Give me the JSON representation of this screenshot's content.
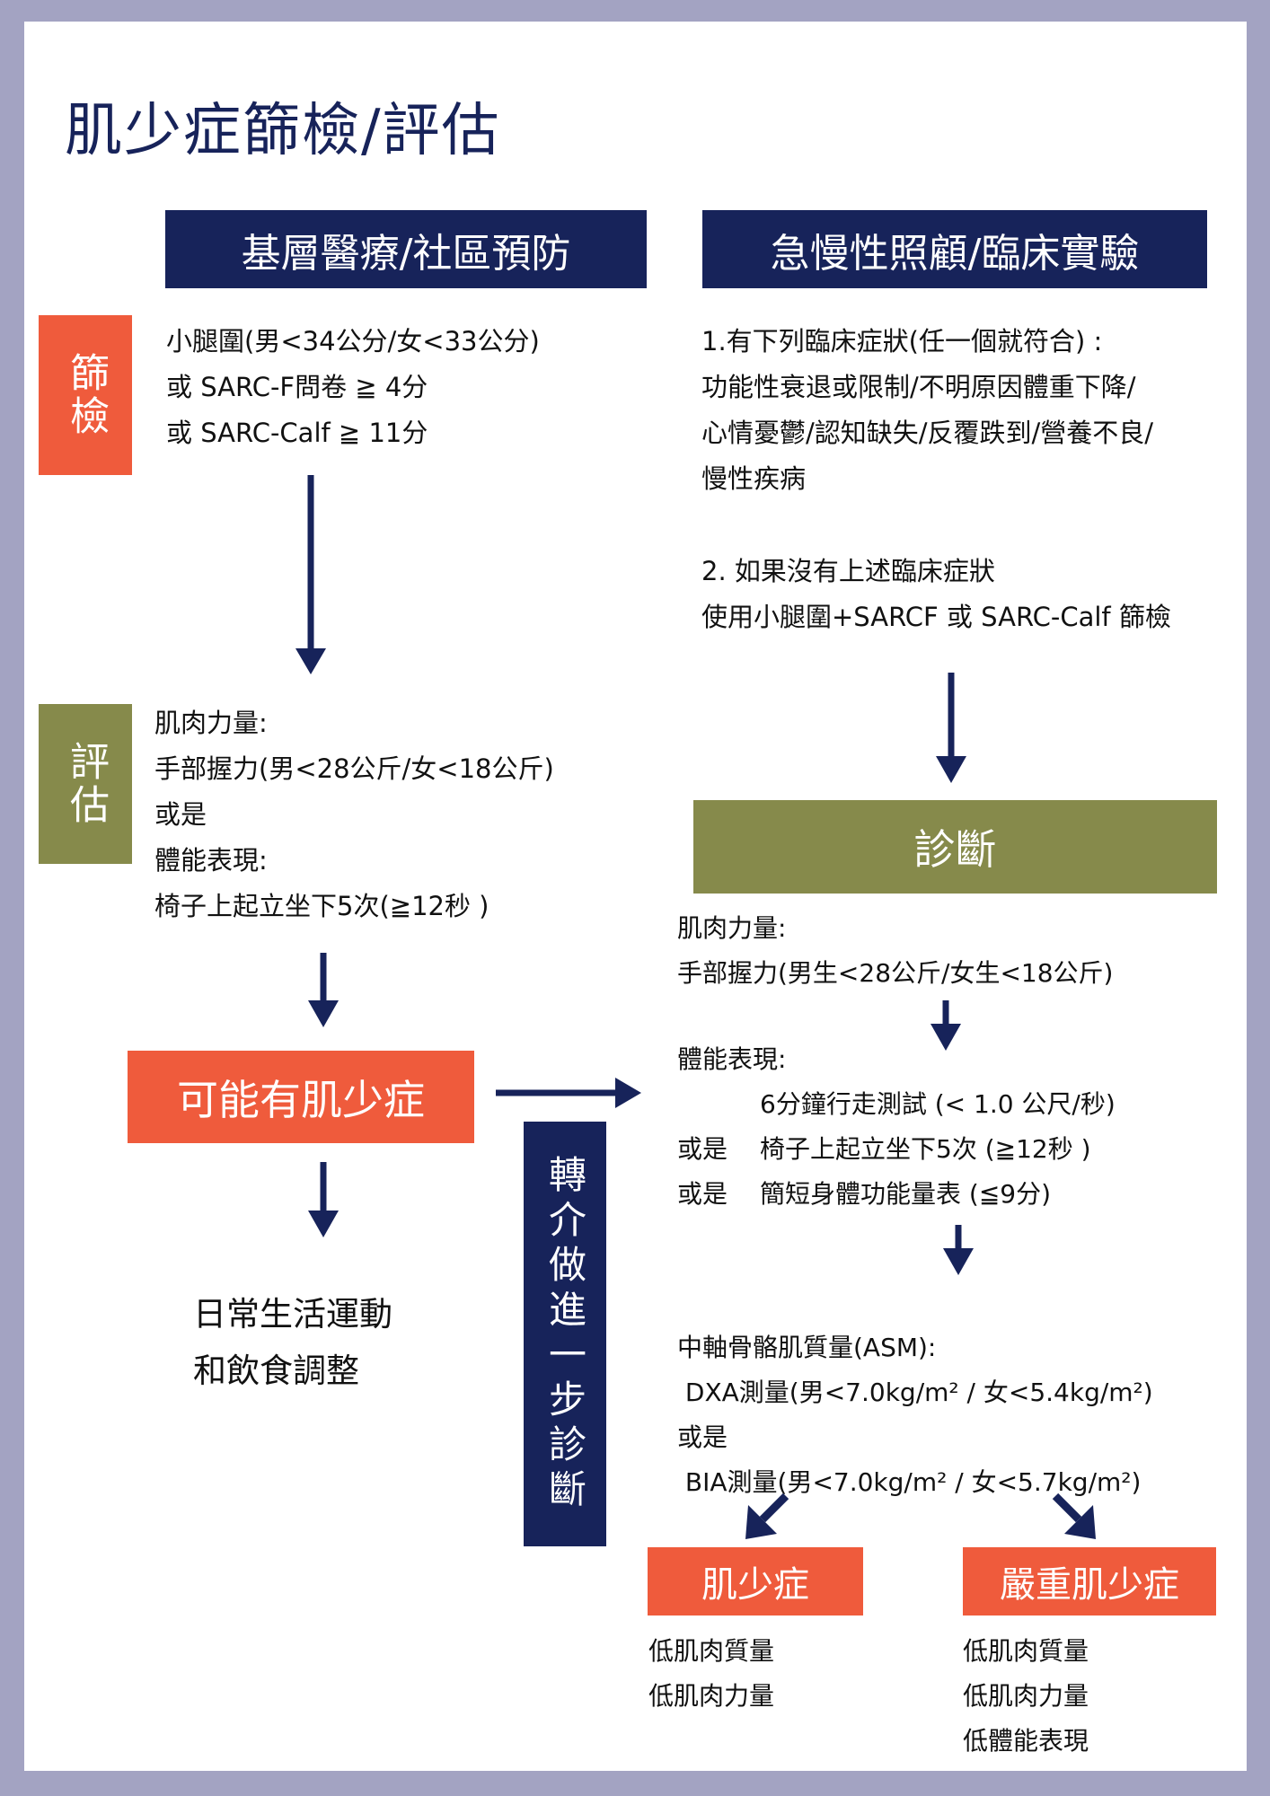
{
  "title": "肌少症篩檢/評估",
  "left_header": "基層醫療/社區預防",
  "right_header": "急慢性照顧/臨床實驗",
  "label_screening": "篩檢",
  "label_assessment": "評估",
  "left_screening_lines": [
    "小腿圍(男<34公分/女<33公分)",
    "或 SARC-F問卷 ≧ 4分",
    "或 SARC-Calf ≧ 11分"
  ],
  "left_assessment_lines": [
    "肌肉力量:",
    "手部握力(男<28公斤/女<18公斤)",
    "或是",
    "體能表現:",
    "椅子上起立坐下5次(≧12秒 )"
  ],
  "possible_sarcopenia": "可能有肌少症",
  "lifestyle_lines": [
    "日常生活運動",
    "和飲食調整"
  ],
  "referral_vertical": "轉介做進一步診斷",
  "right_criteria_lines": [
    "1.有下列臨床症狀(任一個就符合) :",
    "功能性衰退或限制/不明原因體重下降/",
    "心情憂鬱/認知缺失/反覆跌到/營養不良/",
    "慢性疾病"
  ],
  "right_criteria2_lines": [
    "2. 如果沒有上述臨床症狀",
    "使用小腿圍+SARCF 或 SARC-Calf 篩檢"
  ],
  "diagnosis_label": "診斷",
  "diag_strength_lines": [
    "肌肉力量:",
    "手部握力(男生<28公斤/女生<18公斤)"
  ],
  "diag_performance_title": "體能表現:",
  "diag_performance_rows": [
    {
      "prefix": "",
      "text": "6分鐘行走測試 (< 1.0 公尺/秒)"
    },
    {
      "prefix": "或是",
      "text": "椅子上起立坐下5次 (≧12秒 )"
    },
    {
      "prefix": "或是",
      "text": "簡短身體功能量表 (≦9分)"
    }
  ],
  "asm_lines": [
    "中軸骨骼肌質量(ASM):",
    " DXA測量(男<7.0kg/m² / 女<5.4kg/m²)",
    "或是",
    " BIA測量(男<7.0kg/m² / 女<5.7kg/m²)"
  ],
  "result_sarcopenia": "肌少症",
  "result_severe": "嚴重肌少症",
  "sarcopenia_lines": [
    "低肌肉質量",
    "低肌肉力量"
  ],
  "severe_lines": [
    "低肌肉質量",
    "低肌肉力量",
    "低體能表現"
  ],
  "colors": {
    "navy": "#17235a",
    "orange": "#ef5b3c",
    "olive": "#868a4b",
    "frame": "#a3a3c2"
  }
}
